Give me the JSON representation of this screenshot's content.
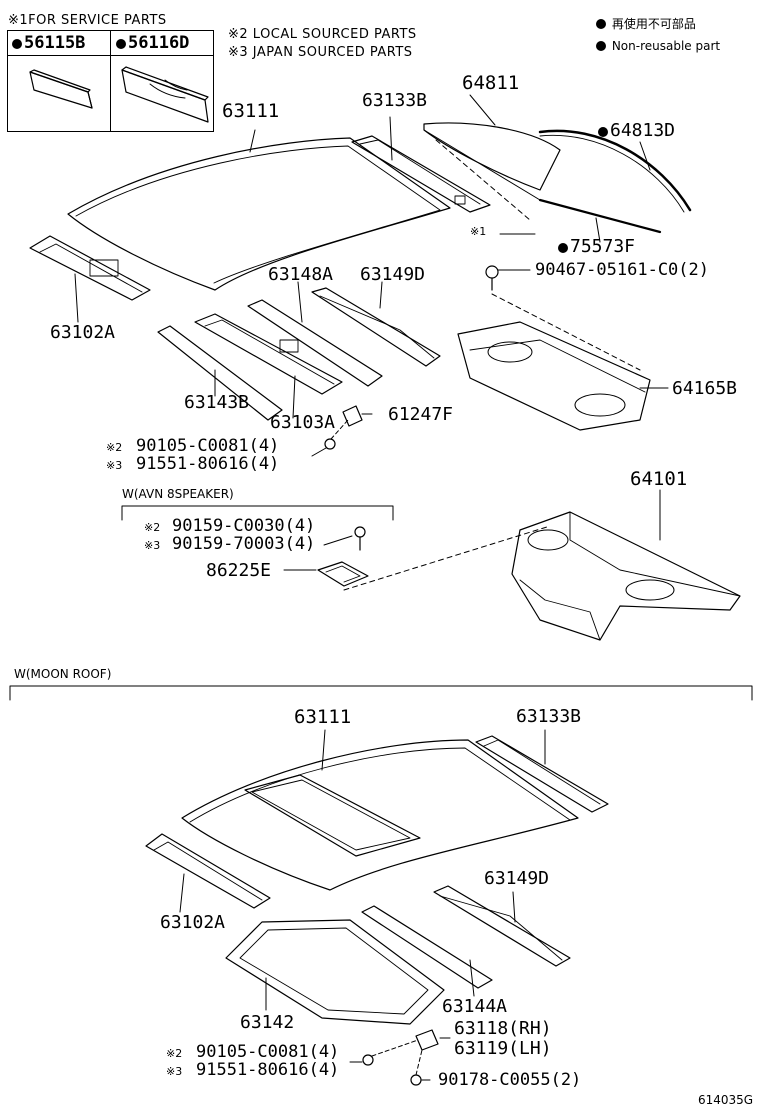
{
  "header": {
    "service_note": "※1FOR SERVICE PARTS",
    "local_note": "※2 LOCAL SOURCED PARTS",
    "japan_note": "※3 JAPAN SOURCED PARTS",
    "legend_ja": "再使用不可部品",
    "legend_en": "Non-reusable part"
  },
  "service_parts": [
    "56115B",
    "56116D"
  ],
  "labels": {
    "p63111": "63111",
    "p63133B": "63133B",
    "p64811": "64811",
    "p64813D": "64813D",
    "p75573F": "75573F",
    "mark1": "※1",
    "p90467": "90467-05161-C0(2)",
    "p63102A": "63102A",
    "p63148A": "63148A",
    "p63149D": "63149D",
    "p64165B": "64165B",
    "p63143B": "63143B",
    "p63103A": "63103A",
    "p61247F": "61247F",
    "p90105a": "90105-C0081(4)",
    "p91551a": "91551-80616(4)",
    "m2a": "※2",
    "m3a": "※3",
    "avn_title": "W(AVN 8SPEAKER)",
    "p90159a": "90159-C0030(4)",
    "p90159b": "90159-70003(4)",
    "m2b": "※2",
    "m3b": "※3",
    "p86225E": "86225E",
    "p64101": "64101",
    "moon_title": "W(MOON ROOF)",
    "mr63111": "63111",
    "mr63133B": "63133B",
    "mr63102A": "63102A",
    "mr63149D": "63149D",
    "mr63142": "63142",
    "mr63144A": "63144A",
    "mr63118": "63118(RH)",
    "mr63119": "63119(LH)",
    "mr90105": "90105-C0081(4)",
    "mr91551": "91551-80616(4)",
    "m2c": "※2",
    "m3c": "※3",
    "mr90178": "90178-C0055(2)",
    "fig_code": "614035G"
  }
}
